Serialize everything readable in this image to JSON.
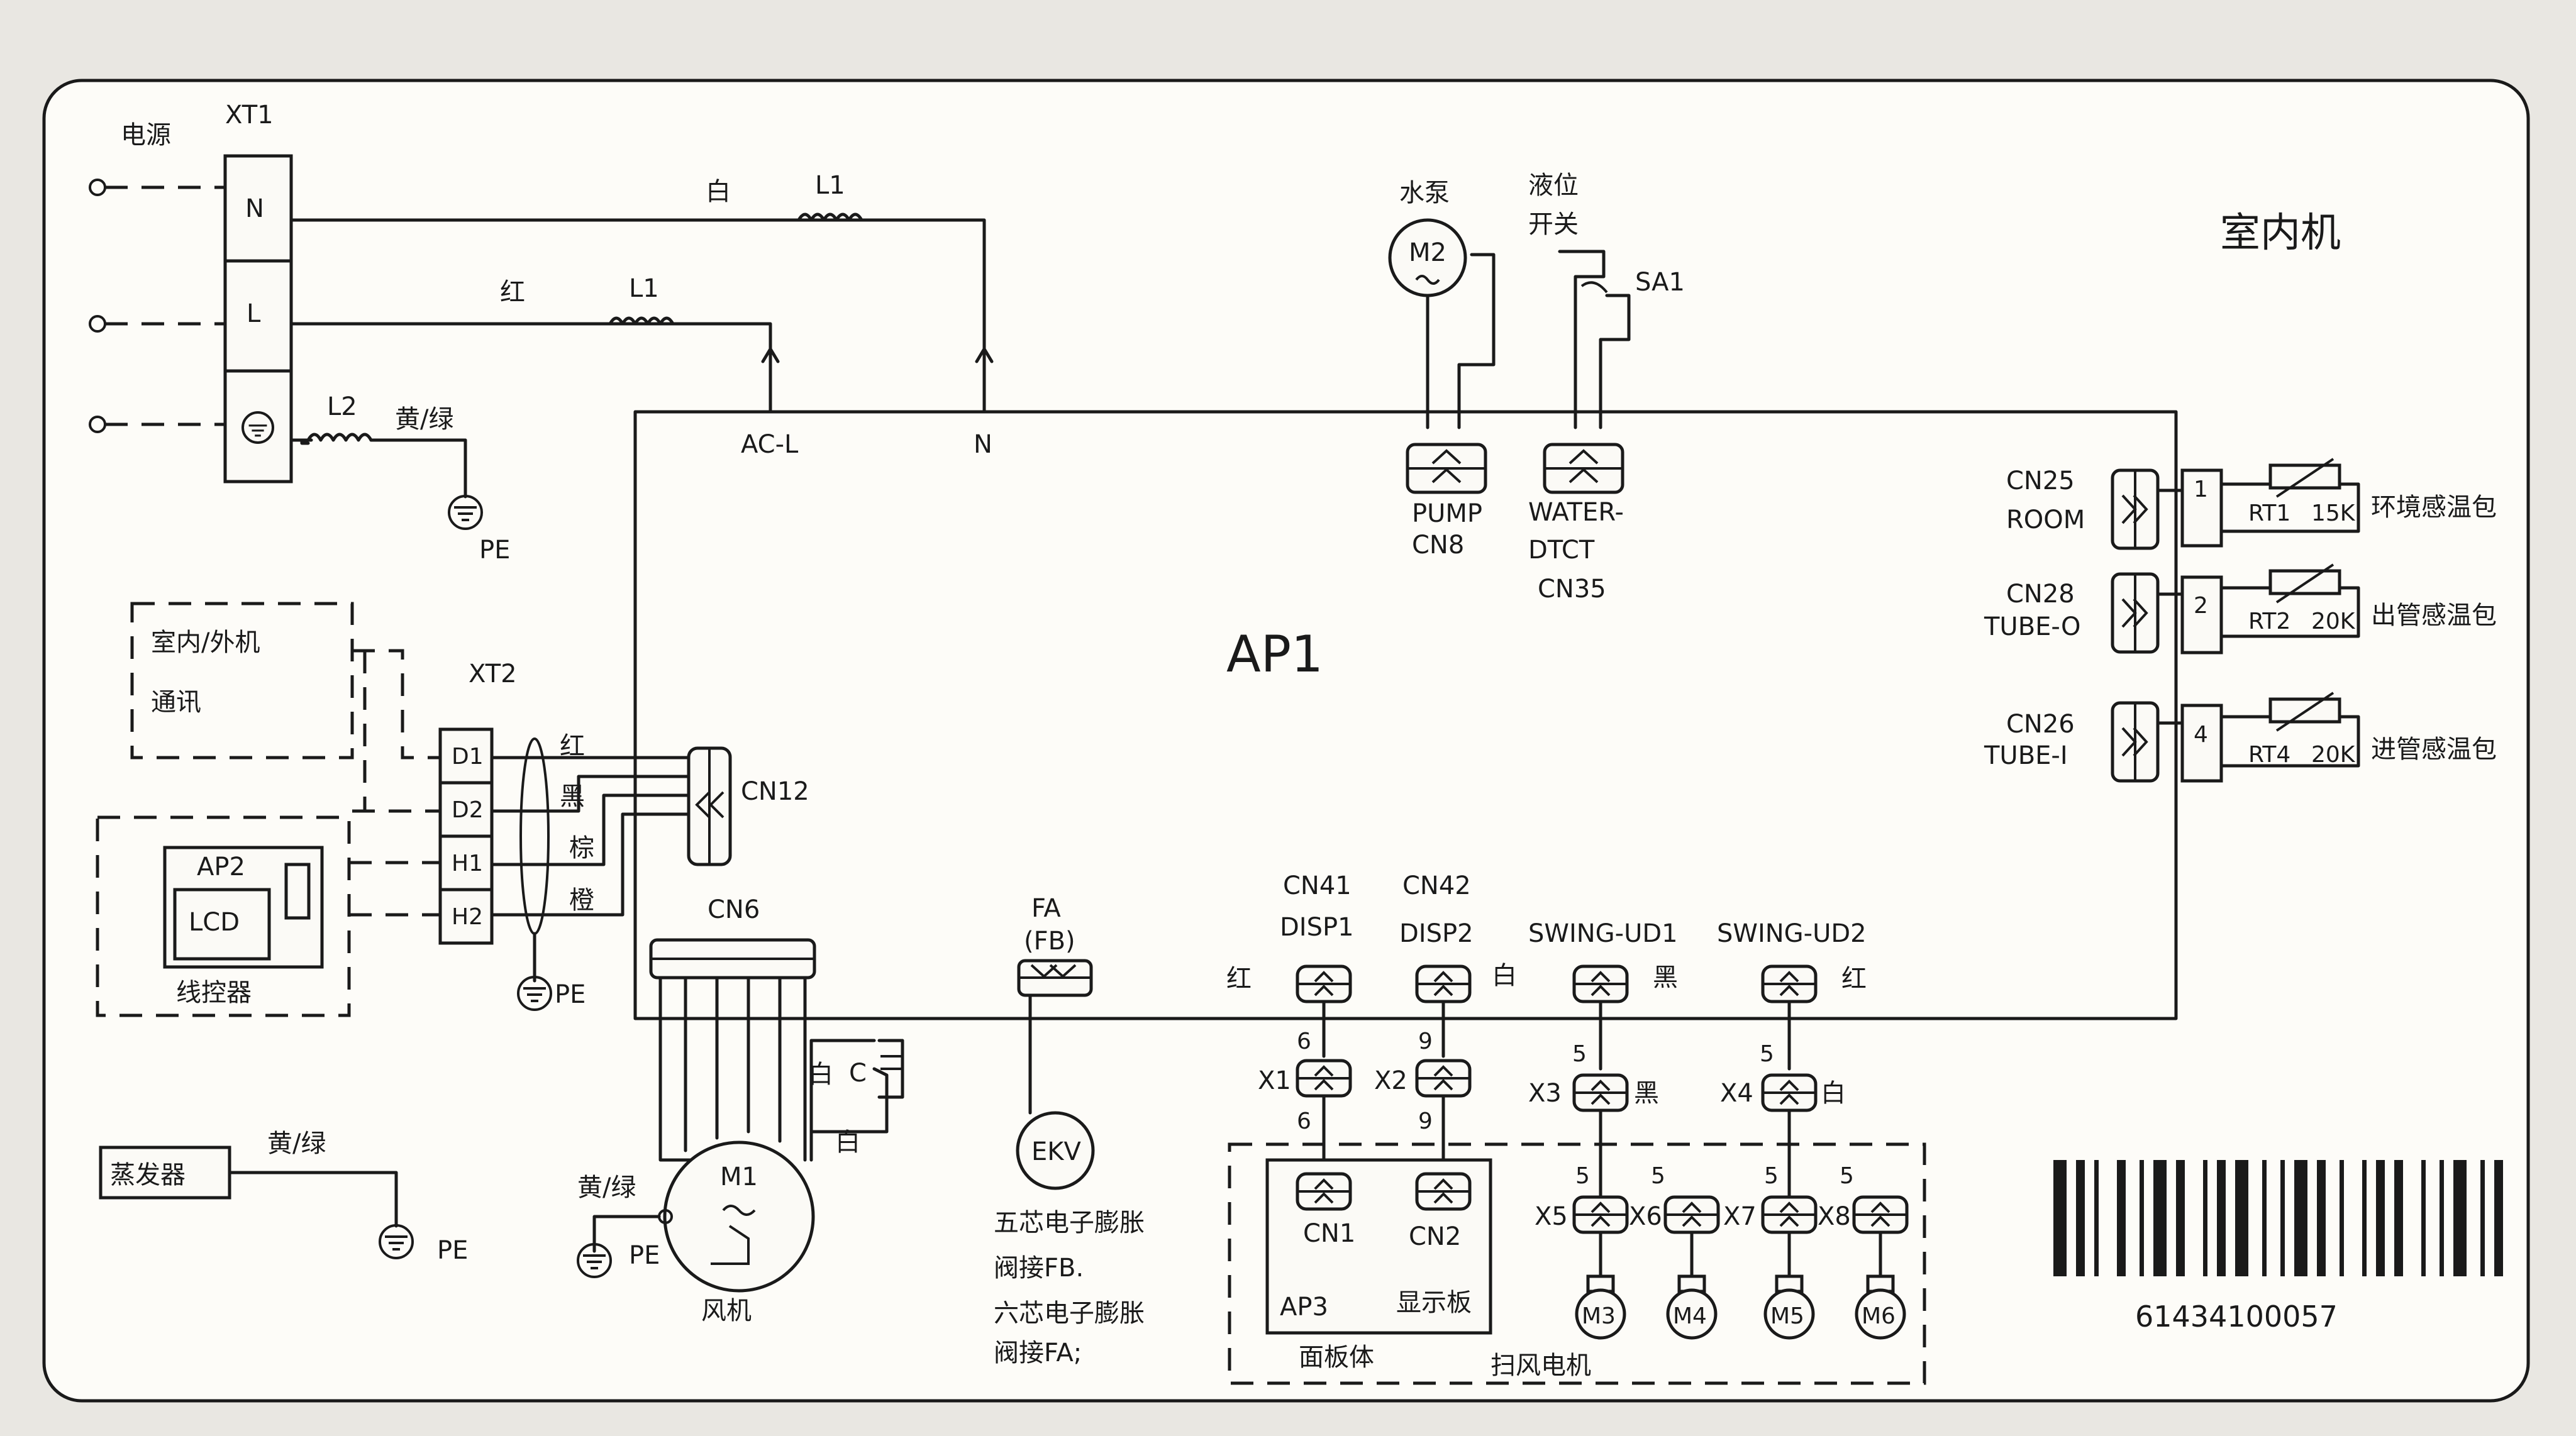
{
  "unit_title": "室内机",
  "board": "AP1",
  "power": {
    "label": "电源",
    "terminal": "XT1",
    "pins": [
      "N",
      "L"
    ],
    "filter_L1": "L1",
    "filter_L2": "L2",
    "wire_white": "白",
    "wire_red": "红",
    "wire_yg": "黄/绿",
    "pe": "PE",
    "acl": "AC-L",
    "n": "N"
  },
  "pump": {
    "label": "水泵",
    "motor": "M2",
    "conn1": "PUMP",
    "conn2": "CN8"
  },
  "level": {
    "label1": "液位",
    "label2": "开关",
    "switch": "SA1",
    "conn1": "WATER-",
    "conn2": "DTCT",
    "conn3": "CN35"
  },
  "sensors": [
    {
      "cn": "CN25",
      "name": "ROOM",
      "pin": "1",
      "rt": "RT1",
      "val": "15K",
      "desc": "环境感温包"
    },
    {
      "cn": "CN28",
      "name": "TUBE-O",
      "pin": "2",
      "rt": "RT2",
      "val": "20K",
      "desc": "出管感温包"
    },
    {
      "cn": "CN26",
      "name": "TUBE-I",
      "pin": "4",
      "rt": "RT4",
      "val": "20K",
      "desc": "进管感温包"
    }
  ],
  "comm": {
    "box_line1": "室内/外机",
    "box_line2": "通讯",
    "terminal": "XT2",
    "pins": [
      "D1",
      "D2",
      "H1",
      "H2"
    ],
    "colors": [
      "红",
      "黑",
      "棕",
      "橙"
    ],
    "cn": "CN12",
    "pe": "PE"
  },
  "controller": {
    "ap": "AP2",
    "lcd": "LCD",
    "label": "线控器"
  },
  "fan": {
    "cn": "CN6",
    "motor": "M1",
    "label": "风机",
    "cap": "C",
    "white1": "白",
    "white2": "白",
    "yg": "黄/绿",
    "pe": "PE"
  },
  "ekv": {
    "fa": "FA",
    "fb": "(FB)",
    "name": "EKV",
    "note1": "五芯电子膨胀",
    "note2": "阀接FB.",
    "note3": "六芯电子膨胀",
    "note4": "阀接FA;"
  },
  "evap": {
    "label": "蒸发器",
    "yg": "黄/绿",
    "pe": "PE"
  },
  "disp": [
    {
      "cn": "CN41",
      "name": "DISP1",
      "color": "红",
      "n_top": "6",
      "x": "X1",
      "n_bot": "6"
    },
    {
      "cn": "CN42",
      "name": "DISP2",
      "color": "白",
      "n_top": "9",
      "x": "X2",
      "n_bot": "9"
    }
  ],
  "swing": [
    {
      "name": "SWING-UD1",
      "color": "黑",
      "n": "5",
      "x": "X3",
      "xcolor": "黑"
    },
    {
      "name": "SWING-UD2",
      "color": "红",
      "n": "5",
      "x": "X4",
      "xcolor": "白"
    }
  ],
  "panel": {
    "cn1": "CN1",
    "cn2": "CN2",
    "ap3": "AP3",
    "disp_board": "显示板",
    "label": "面板体",
    "swing_label": "扫风电机"
  },
  "swing_motors": [
    {
      "x": "X5",
      "m": "M3",
      "n": "5"
    },
    {
      "x": "X6",
      "m": "M4",
      "n": "5"
    },
    {
      "x": "X7",
      "m": "M5",
      "n": "5"
    },
    {
      "x": "X8",
      "m": "M6",
      "n": "5"
    }
  ],
  "barcode": "61434100057"
}
